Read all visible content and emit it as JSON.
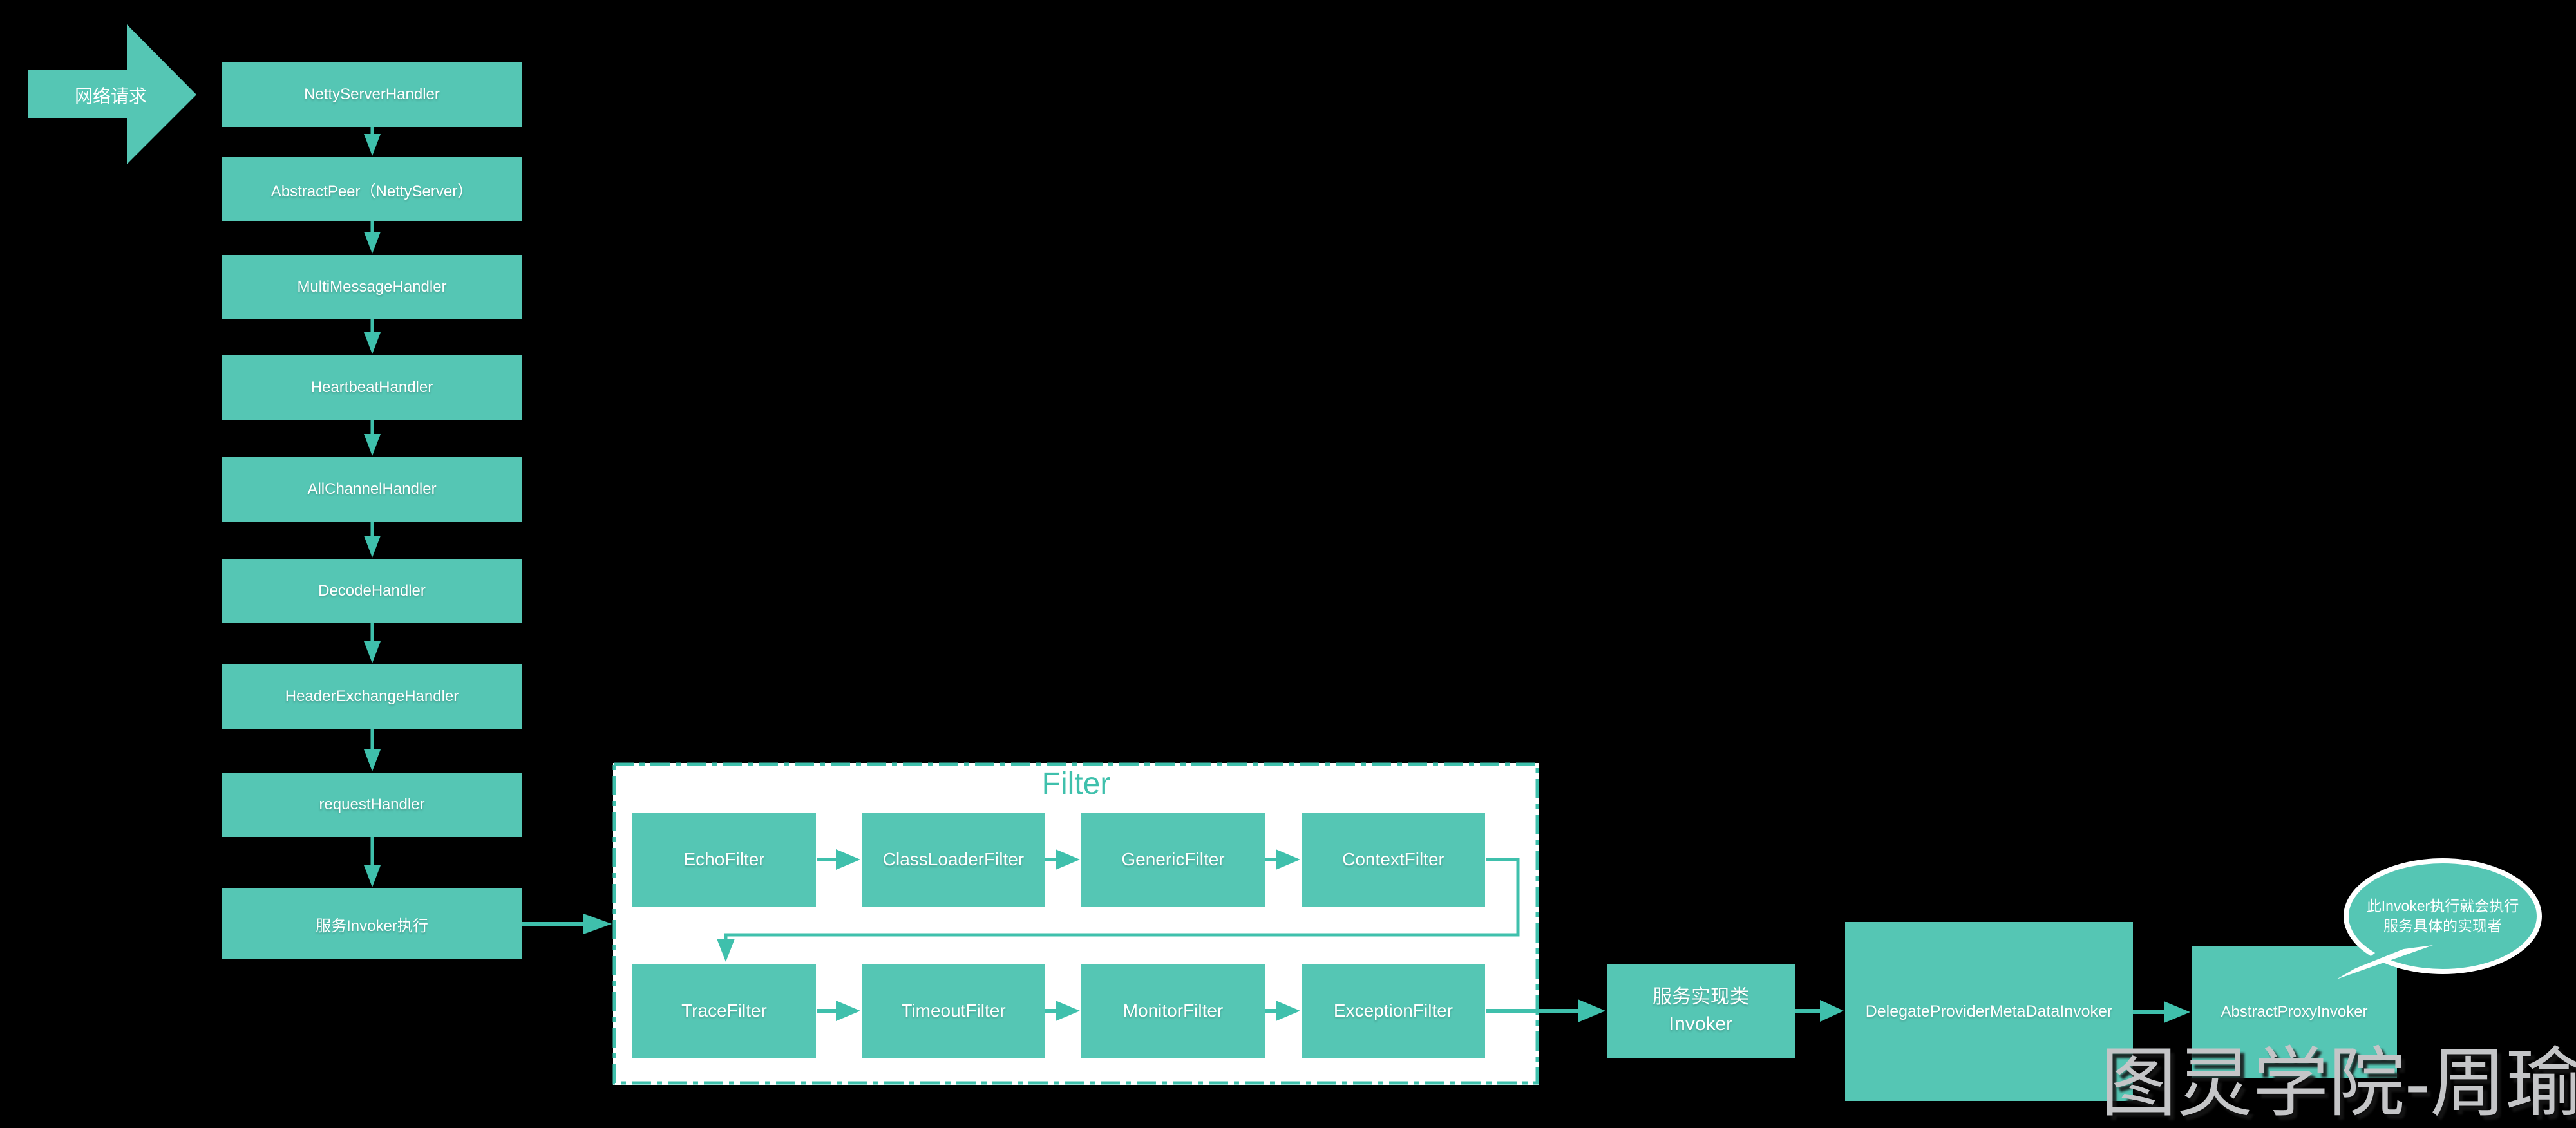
{
  "entry": {
    "label": "网络请求"
  },
  "handler_chain": [
    "NettyServerHandler",
    "AbstractPeer（NettyServer）",
    "MultiMessageHandler",
    "HeartbeatHandler",
    "AllChannelHandler",
    "DecodeHandler",
    "HeaderExchangeHandler",
    "requestHandler",
    "服务Invoker执行"
  ],
  "filter_group": {
    "title": "Filter",
    "row1": [
      "EchoFilter",
      "ClassLoaderFilter",
      "GenericFilter",
      "ContextFilter"
    ],
    "row2": [
      "TraceFilter",
      "TimeoutFilter",
      "MonitorFilter",
      "ExceptionFilter"
    ]
  },
  "post_chain": {
    "service_impl_invoker": "服务实现类\nInvoker",
    "delegate_invoker": "DelegateProviderMetaDataInvoker",
    "abstract_proxy_invoker": "AbstractProxyInvoker"
  },
  "callout": {
    "text": "此Invoker执行就会执行\n服务具体的实现者"
  },
  "watermark": {
    "text": "图灵学院-周瑜"
  },
  "colors": {
    "node_fill": "#55C6B4",
    "accent": "#3FC0AC",
    "filter_bg": "#FFFFFF",
    "background": "#000000",
    "watermark": "#C4C5C7"
  }
}
